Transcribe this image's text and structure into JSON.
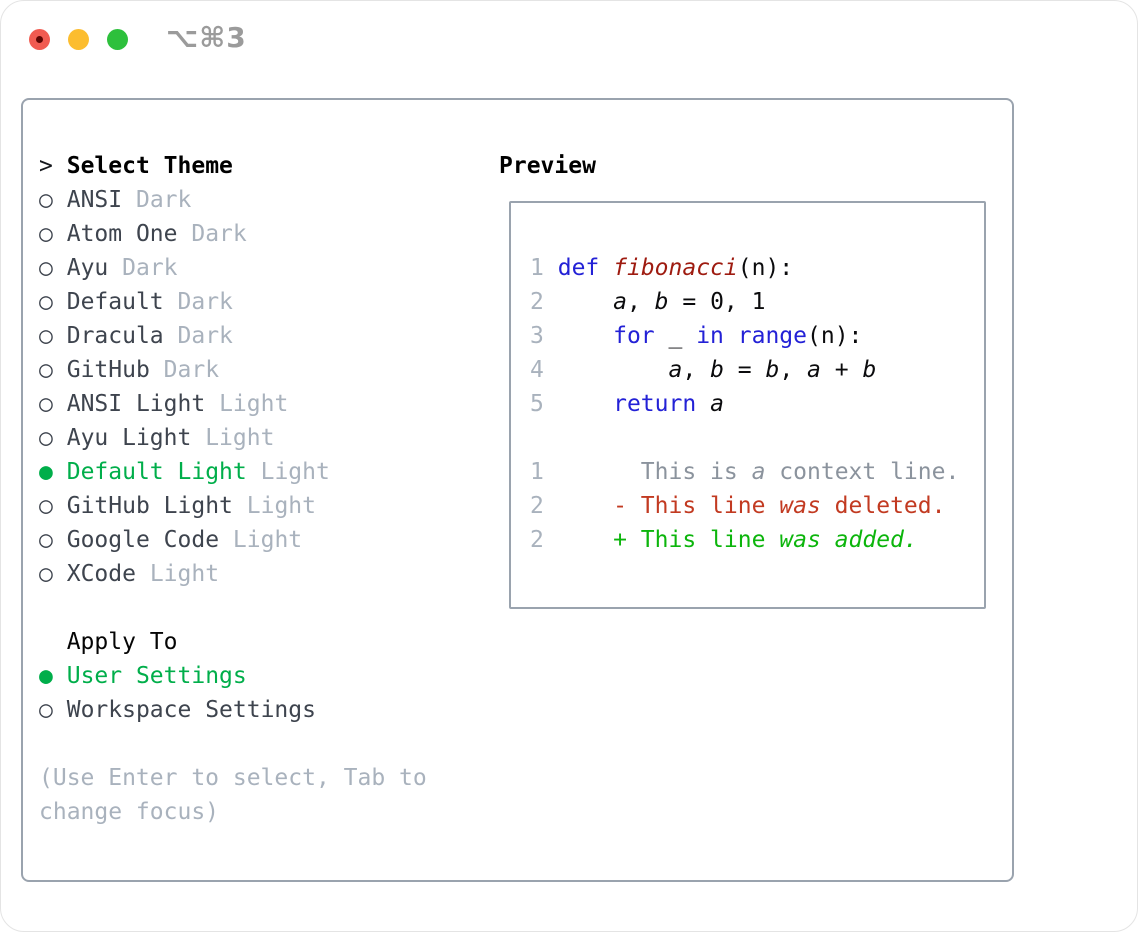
{
  "window": {
    "title": "⌥⌘3"
  },
  "picker": {
    "prompt": ">",
    "title": "Select Theme",
    "bullet_selected": "●",
    "bullet_unselected": "○",
    "themes": [
      {
        "name": "ANSI",
        "variant": "Dark",
        "selected": false
      },
      {
        "name": "Atom One",
        "variant": "Dark",
        "selected": false
      },
      {
        "name": "Ayu",
        "variant": "Dark",
        "selected": false
      },
      {
        "name": "Default",
        "variant": "Dark",
        "selected": false
      },
      {
        "name": "Dracula",
        "variant": "Dark",
        "selected": false
      },
      {
        "name": "GitHub",
        "variant": "Dark",
        "selected": false
      },
      {
        "name": "ANSI Light",
        "variant": "Light",
        "selected": false
      },
      {
        "name": "Ayu Light",
        "variant": "Light",
        "selected": false
      },
      {
        "name": "Default Light",
        "variant": "Light",
        "selected": true
      },
      {
        "name": "GitHub Light",
        "variant": "Light",
        "selected": false
      },
      {
        "name": "Google Code",
        "variant": "Light",
        "selected": false
      },
      {
        "name": "XCode",
        "variant": "Light",
        "selected": false
      }
    ],
    "apply_to": {
      "label": "Apply To",
      "options": [
        {
          "name": "User Settings",
          "selected": true
        },
        {
          "name": "Workspace Settings",
          "selected": false
        }
      ]
    },
    "help_line1": "(Use Enter to select, Tab to",
    "help_line2": "change focus)"
  },
  "preview": {
    "label": "Preview",
    "lines": [
      {
        "num": "1",
        "tokens": [
          {
            "t": "def",
            "s": "kw"
          },
          {
            "t": " ",
            "s": "plain"
          },
          {
            "t": "fibonacci",
            "s": "fn"
          },
          {
            "t": "(n):",
            "s": "plain"
          }
        ]
      },
      {
        "num": "2",
        "tokens": [
          {
            "t": "    ",
            "s": "plain"
          },
          {
            "t": "a",
            "s": "var"
          },
          {
            "t": ", ",
            "s": "plain"
          },
          {
            "t": "b",
            "s": "var"
          },
          {
            "t": " = 0, 1",
            "s": "plain"
          }
        ]
      },
      {
        "num": "3",
        "tokens": [
          {
            "t": "    ",
            "s": "plain"
          },
          {
            "t": "for",
            "s": "kw"
          },
          {
            "t": " _ ",
            "s": "plain"
          },
          {
            "t": "in",
            "s": "kw"
          },
          {
            "t": " ",
            "s": "plain"
          },
          {
            "t": "range",
            "s": "kw"
          },
          {
            "t": "(n):",
            "s": "plain"
          }
        ]
      },
      {
        "num": "4",
        "tokens": [
          {
            "t": "        ",
            "s": "plain"
          },
          {
            "t": "a",
            "s": "var"
          },
          {
            "t": ", ",
            "s": "plain"
          },
          {
            "t": "b",
            "s": "var"
          },
          {
            "t": " = ",
            "s": "plain"
          },
          {
            "t": "b",
            "s": "var"
          },
          {
            "t": ", ",
            "s": "plain"
          },
          {
            "t": "a",
            "s": "var"
          },
          {
            "t": " + ",
            "s": "plain"
          },
          {
            "t": "b",
            "s": "var"
          }
        ]
      },
      {
        "num": "5",
        "tokens": [
          {
            "t": "    ",
            "s": "plain"
          },
          {
            "t": "return",
            "s": "kw"
          },
          {
            "t": " ",
            "s": "plain"
          },
          {
            "t": "a",
            "s": "var"
          }
        ]
      },
      {
        "num": "",
        "tokens": []
      },
      {
        "num": "1",
        "tokens": [
          {
            "t": "      This is ",
            "s": "ctx"
          },
          {
            "t": "a",
            "s": "ctx-i"
          },
          {
            "t": " context line.",
            "s": "ctx"
          }
        ]
      },
      {
        "num": "2",
        "tokens": [
          {
            "t": "    - This line ",
            "s": "del"
          },
          {
            "t": "was",
            "s": "del-i"
          },
          {
            "t": " deleted.",
            "s": "del"
          }
        ]
      },
      {
        "num": "2",
        "tokens": [
          {
            "t": "    + This line ",
            "s": "add"
          },
          {
            "t": "was added.",
            "s": "add-i"
          }
        ]
      }
    ]
  },
  "colors": {
    "panel_border": "#9aa3ae",
    "selection_green": "#00ae4a",
    "keyword_blue": "#2321d6",
    "function_red": "#9e1b10",
    "deleted_red": "#c23a21",
    "added_green": "#0cb50c",
    "muted_gray": "#a9b2bd",
    "context_gray": "#8b939d",
    "list_text": "#3e444e",
    "traffic_red": "#f15b51",
    "traffic_yellow": "#fcbd2f",
    "traffic_green": "#2dc03c",
    "title_gray": "#9b9b9b"
  }
}
